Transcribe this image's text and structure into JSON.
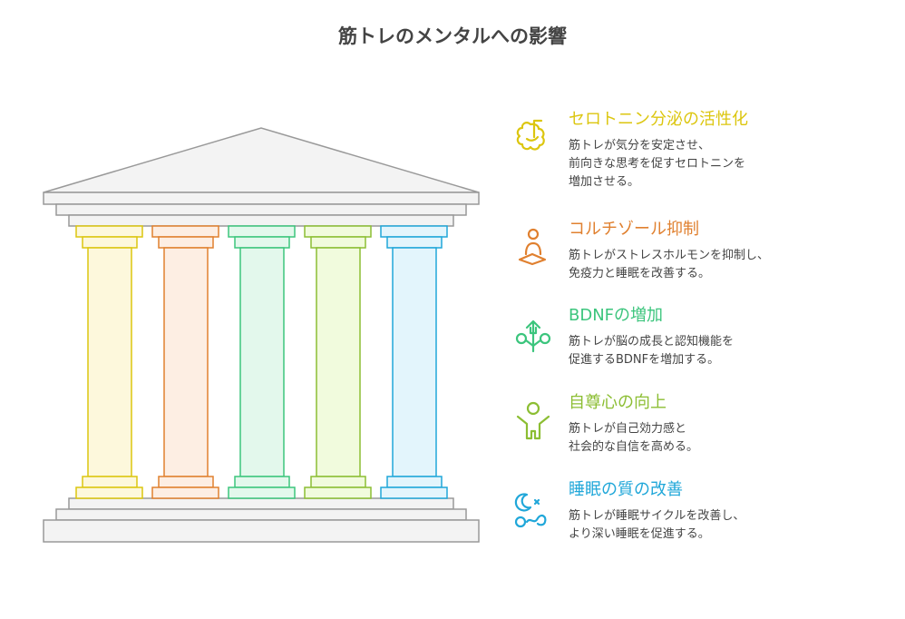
{
  "title": "筋トレのメンタルへの影響",
  "colors": {
    "yellow": "#dcc60f",
    "orange": "#e0802f",
    "green": "#3cc57d",
    "lime": "#8cbe33",
    "blue": "#20a7d9",
    "stroke": "#999999",
    "fill": "#f3f3f3"
  },
  "items": [
    {
      "heading": "セロトニン分泌の活性化",
      "line1": "筋トレが気分を安定させ、",
      "line2": "前向きな思考を促すセロトニンを",
      "line3": "増加させる。",
      "icon": "brain-icon"
    },
    {
      "heading": "コルチゾール抑制",
      "line1": "筋トレがストレスホルモンを抑制し、",
      "line2": "免疫力と睡眠を改善する。",
      "icon": "meditation-icon"
    },
    {
      "heading": "BDNFの増加",
      "line1": "筋トレが脳の成長と認知機能を",
      "line2": "促進するBDNFを増加する。",
      "icon": "growth-icon"
    },
    {
      "heading": "自尊心の向上",
      "line1": "筋トレが自己効力感と",
      "line2": "社会的な自信を高める。",
      "icon": "person-cheer-icon"
    },
    {
      "heading": "睡眠の質の改善",
      "line1": "筋トレが睡眠サイクルを改善し、",
      "line2": "より深い睡眠を促進する。",
      "icon": "sleep-icon"
    }
  ]
}
